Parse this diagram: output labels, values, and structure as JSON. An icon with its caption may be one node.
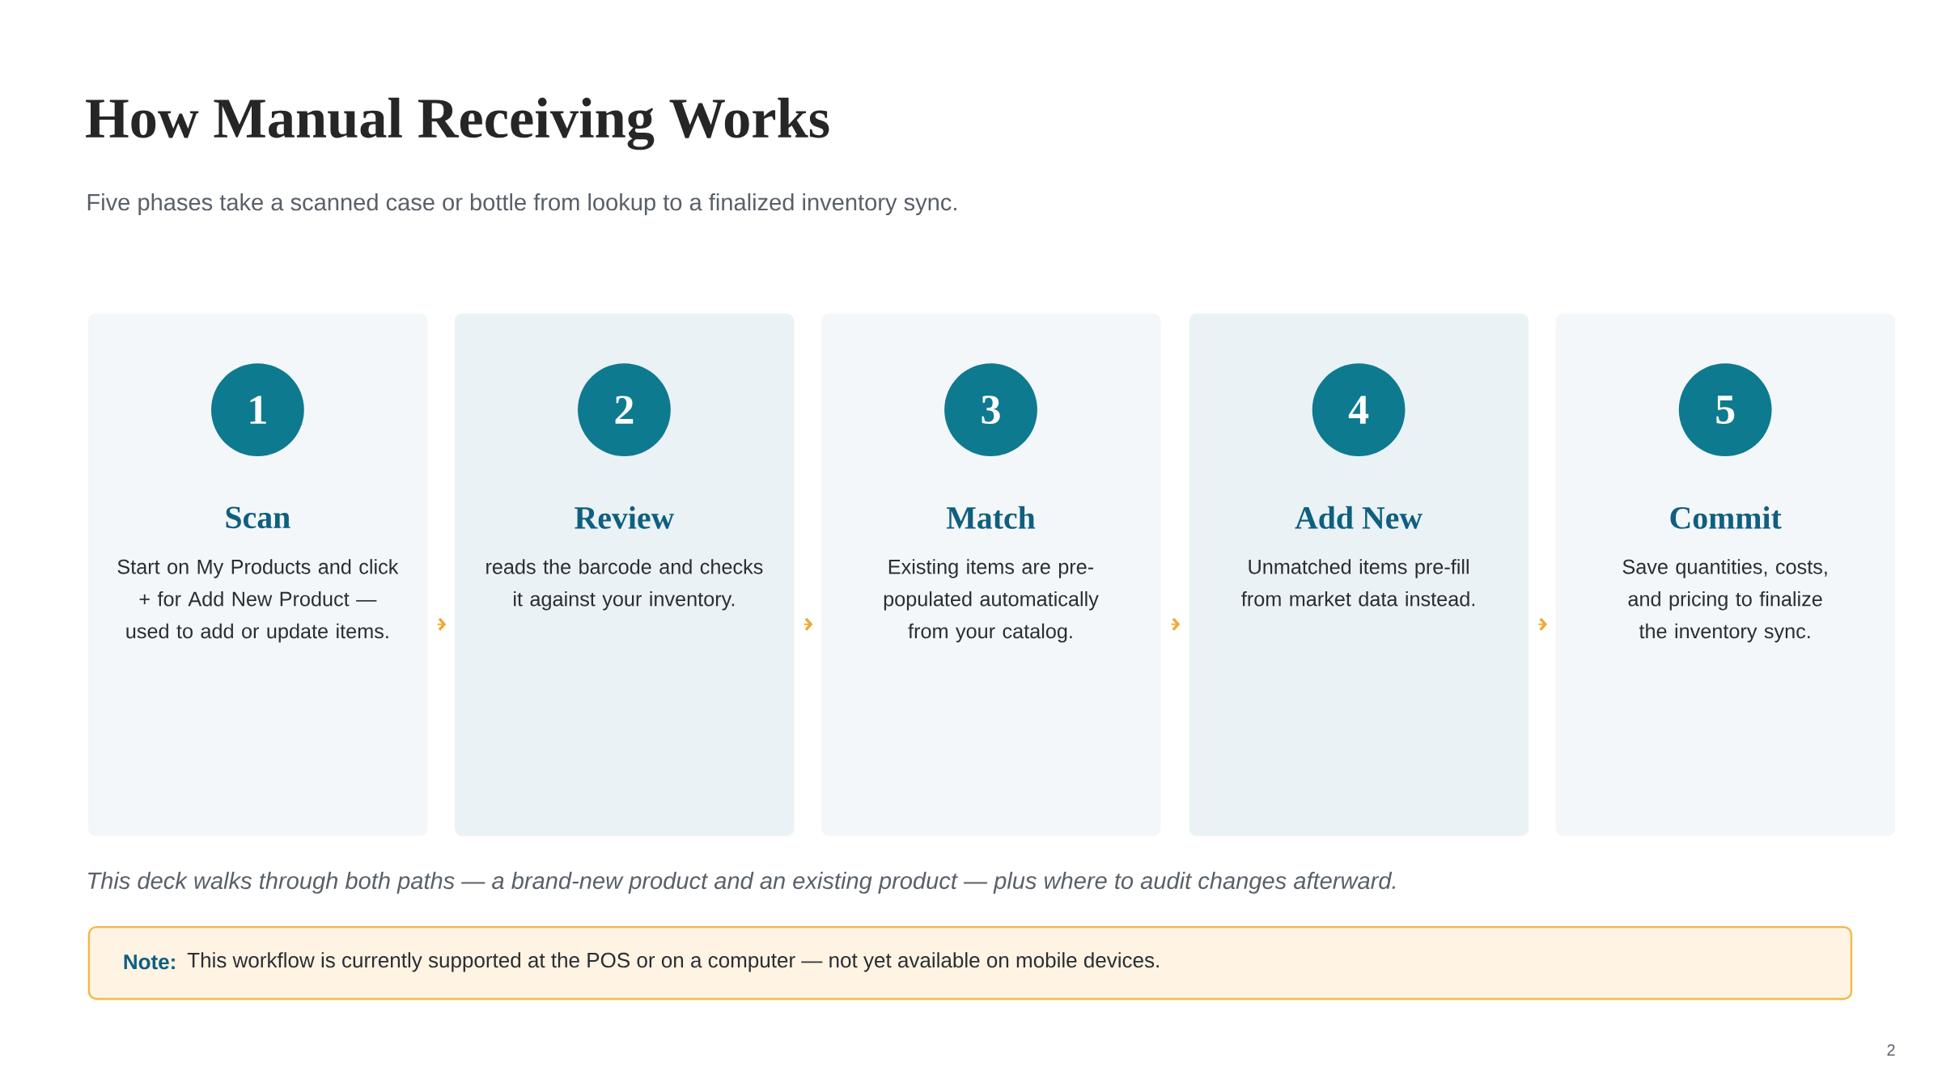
{
  "diagram": {
    "title": "How Manual Receiving Works",
    "nodes": [
      {
        "text": [
          "Scan",
          "Start on My Products and click + for Add New Product — used to add or update items."
        ]
      },
      {
        "text": [
          "1"
        ],
        "in": 0
      },
      {
        "text": [
          "Review",
          "reads the barcode and checks it against your inventory."
        ]
      },
      {
        "text": [
          "2"
        ],
        "in": 2
      },
      {
        "text": [
          "Match",
          "Existing items are pre-populated automatically from your catalog."
        ]
      },
      {
        "text": [
          "3"
        ],
        "in": 4
      },
      {
        "text": [
          "Add New",
          "Unmatched items pre-fill from market data instead."
        ]
      },
      {
        "text": [
          "4"
        ],
        "in": 6
      },
      {
        "text": [
          "Commit",
          "Save quantities, costs, and pricing to finalize the inventory sync."
        ]
      },
      {
        "text": [
          "5"
        ],
        "in": 8
      },
      {
        "text": [
          "Note:",
          "This workflow is currently supported at the POS or on a computer — not yet available on mobile devices."
        ]
      }
    ],
    "edges": [
      {
        "from": 0,
        "to": 2,
        "arrow": "to"
      },
      {
        "from": 2,
        "to": 4,
        "arrow": "to"
      },
      {
        "from": 4,
        "to": 6,
        "arrow": "to"
      },
      {
        "from": 6,
        "to": 8,
        "arrow": "to"
      }
    ],
    "labels": [
      "Five phases take a scanned case or bottle from lookup to a finalized inventory sync.",
      "This deck walks through both paths — a brand-new product and an existing product — plus where to audit changes afterward.",
      "2"
    ]
  }
}
